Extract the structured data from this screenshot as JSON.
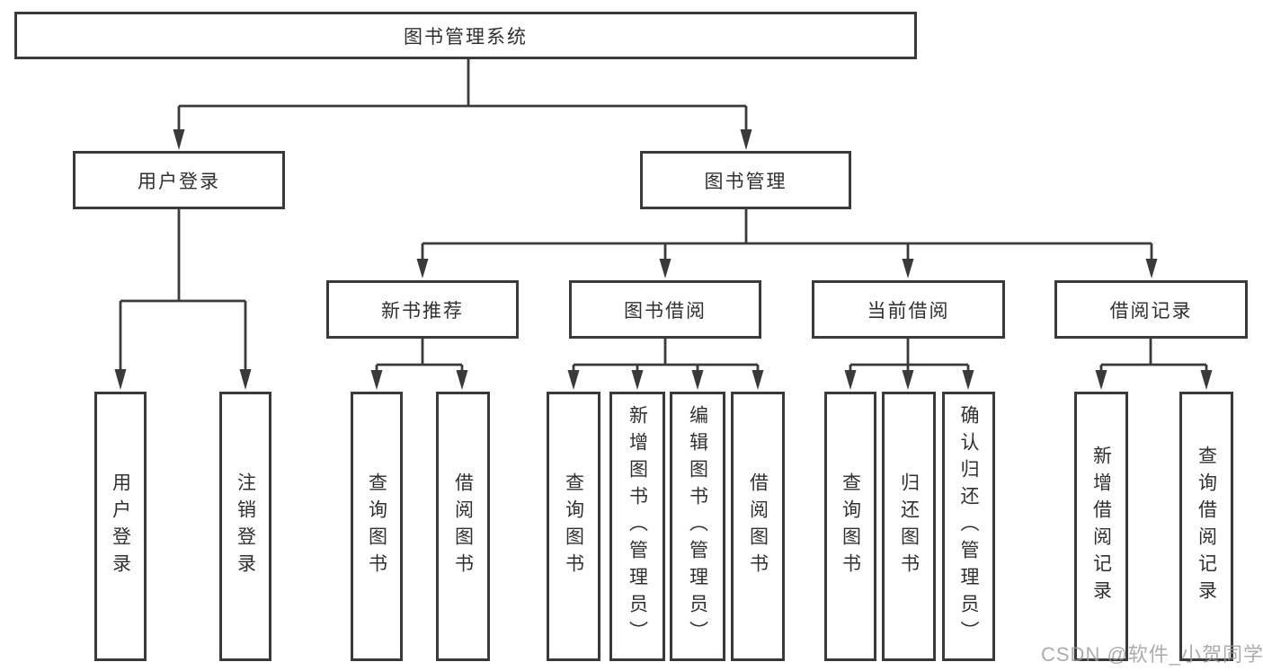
{
  "tree": {
    "label": "图书管理系统",
    "children": [
      {
        "label": "用户登录",
        "children": [
          {
            "label": "用户登录"
          },
          {
            "label": "注销登录"
          }
        ]
      },
      {
        "label": "图书管理",
        "children": [
          {
            "label": "新书推荐",
            "children": [
              {
                "label": "查询图书"
              },
              {
                "label": "借阅图书"
              }
            ]
          },
          {
            "label": "图书借阅",
            "children": [
              {
                "label": "查询图书"
              },
              {
                "label": "新增图书（管理员）"
              },
              {
                "label": "编辑图书（管理员）"
              },
              {
                "label": "借阅图书"
              }
            ]
          },
          {
            "label": "当前借阅",
            "children": [
              {
                "label": "查询图书"
              },
              {
                "label": "归还图书"
              },
              {
                "label": "确认归还（管理员）"
              }
            ]
          },
          {
            "label": "借阅记录",
            "children": [
              {
                "label": "新增借阅记录"
              },
              {
                "label": "查询借阅记录"
              }
            ]
          }
        ]
      }
    ]
  },
  "watermark": {
    "text": "CSDN @软件_小贺同学"
  },
  "colors": {
    "line": "#3a3a3a",
    "text": "#303030",
    "background": "#ffffff",
    "watermark": "#9b9b9b"
  }
}
